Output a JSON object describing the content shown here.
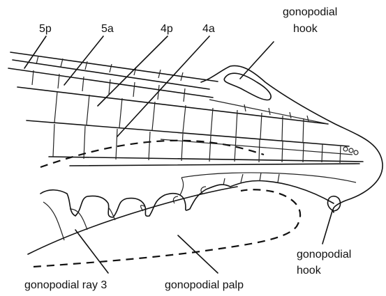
{
  "labels": {
    "ray_5p": "5p",
    "ray_5a": "5a",
    "ray_4p": "4p",
    "ray_4a": "4a",
    "hook_top_line1": "gonopodial",
    "hook_top_line2": "hook",
    "hook_bottom_line1": "gonopodial",
    "hook_bottom_line2": "hook",
    "ray3": "gonopodial ray 3",
    "palp": "gonopodial palp"
  }
}
